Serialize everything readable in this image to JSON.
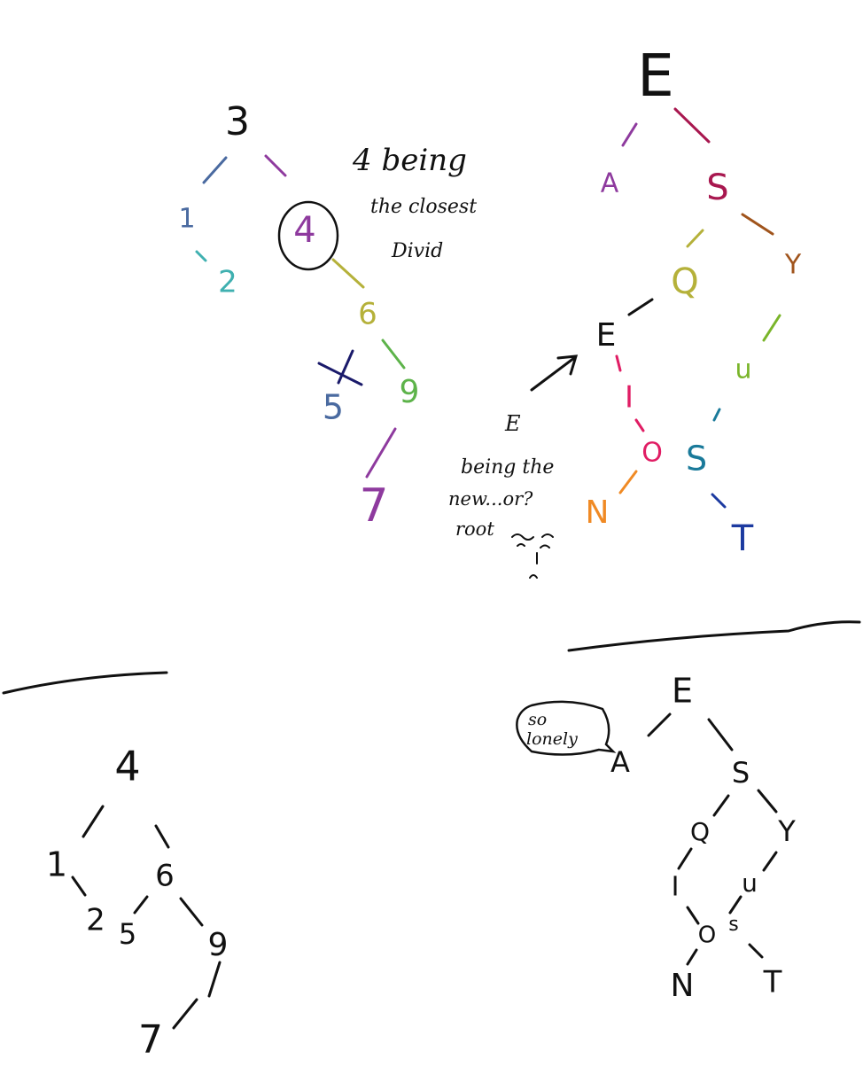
{
  "colors": {
    "ink": "#111111",
    "purple": "#8e3a9e",
    "steel": "#4a6aa0",
    "teal": "#3fb0b0",
    "olive": "#b5b13a",
    "green": "#5db34a",
    "navy": "#1a1a6a",
    "crimson": "#a8174f",
    "brown": "#a0541c",
    "lime": "#7ab52a",
    "pink": "#e01d64",
    "orange": "#f08a24",
    "bluegreen": "#1a7a9a",
    "blue": "#1c3aa0"
  },
  "tree_a": {
    "nodes": [
      "3",
      "1",
      "2",
      "4",
      "6",
      "5",
      "9",
      "7"
    ],
    "note": [
      "4 being",
      "the closest",
      "Divid"
    ]
  },
  "tree_b": {
    "nodes": [
      "E",
      "A",
      "S",
      "Q",
      "Y",
      "E",
      "u",
      "I",
      "O",
      "S",
      "N",
      "T"
    ],
    "note": [
      "E",
      "being the",
      "new...or?",
      "root"
    ]
  },
  "tree_c": {
    "nodes": [
      "4",
      "1",
      "6",
      "2",
      "5",
      "9",
      "7"
    ]
  },
  "tree_d": {
    "nodes": [
      "E",
      "A",
      "S",
      "Q",
      "Y",
      "I",
      "u",
      "O",
      "s",
      "N",
      "T"
    ],
    "bubble": [
      "so",
      "lonely"
    ]
  }
}
